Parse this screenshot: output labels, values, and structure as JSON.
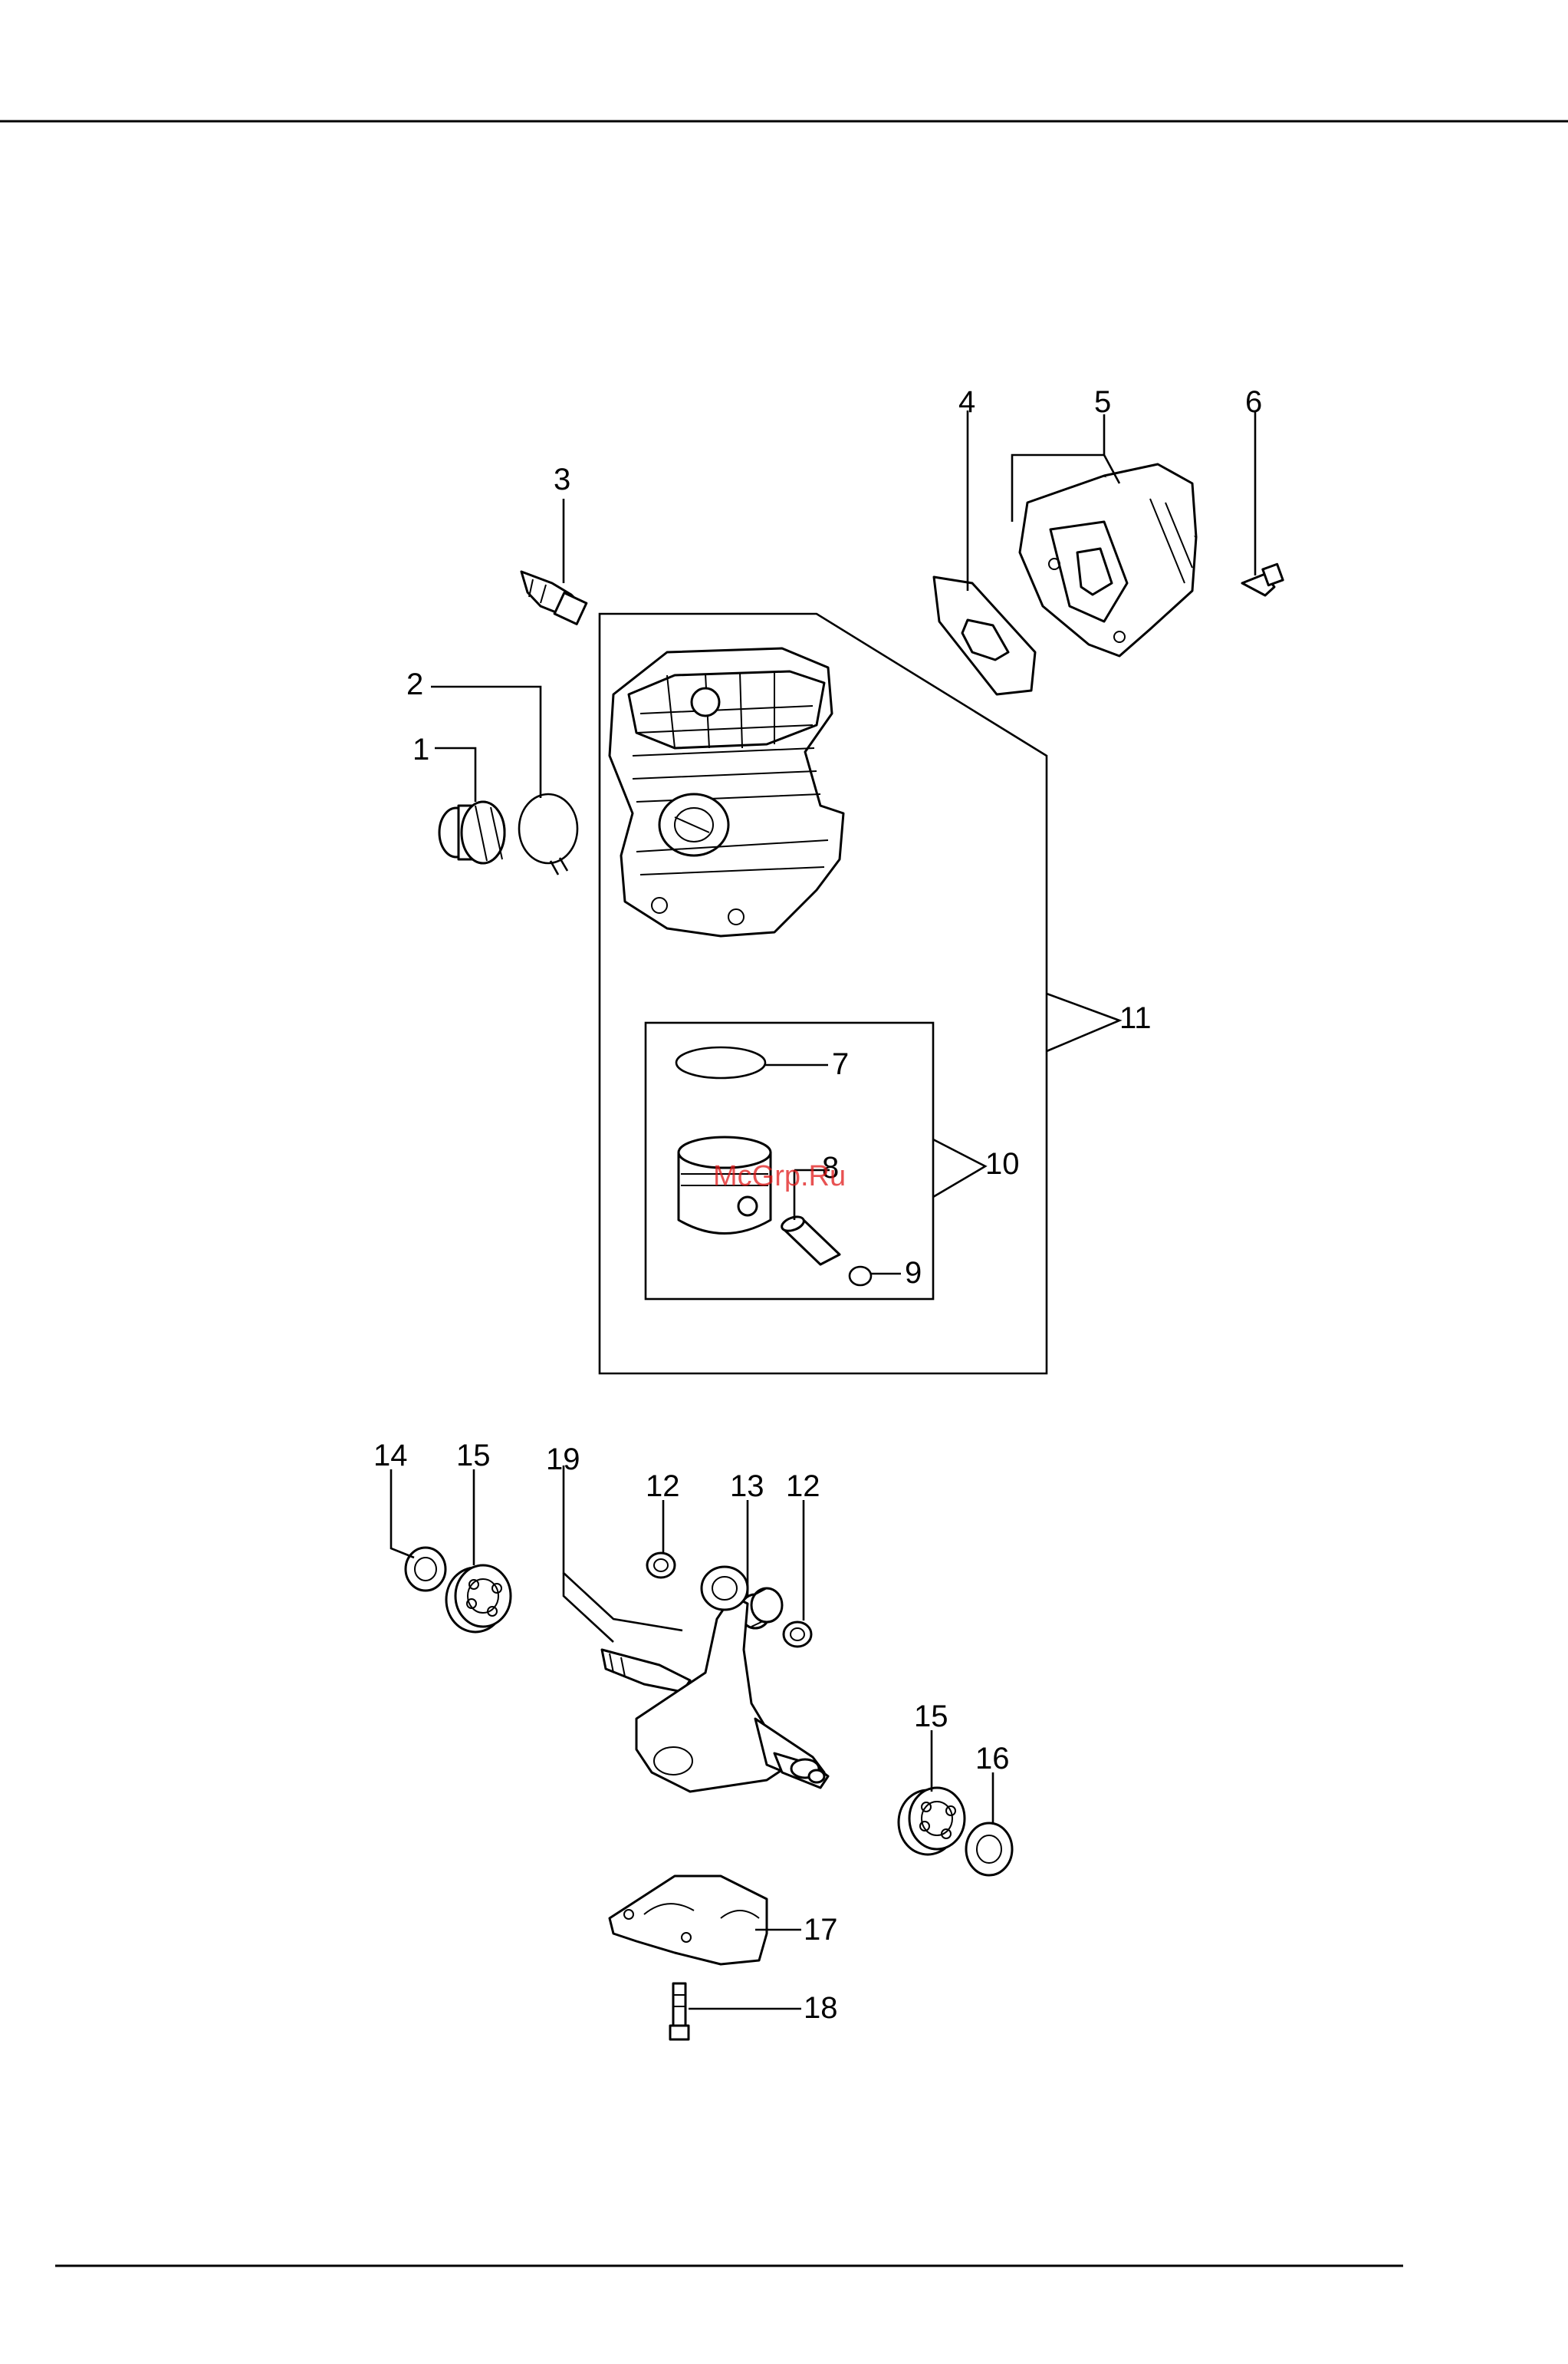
{
  "callouts": {
    "c1": "1",
    "c2": "2",
    "c3": "3",
    "c4": "4",
    "c5": "5",
    "c6": "6",
    "c7": "7",
    "c8": "8",
    "c9": "9",
    "c10": "10",
    "c11": "11",
    "c12a": "12",
    "c12b": "12",
    "c13": "13",
    "c14": "14",
    "c15a": "15",
    "c15b": "15",
    "c16": "16",
    "c17": "17",
    "c18": "18",
    "c19": "19"
  },
  "watermark": "McGrp.Ru"
}
